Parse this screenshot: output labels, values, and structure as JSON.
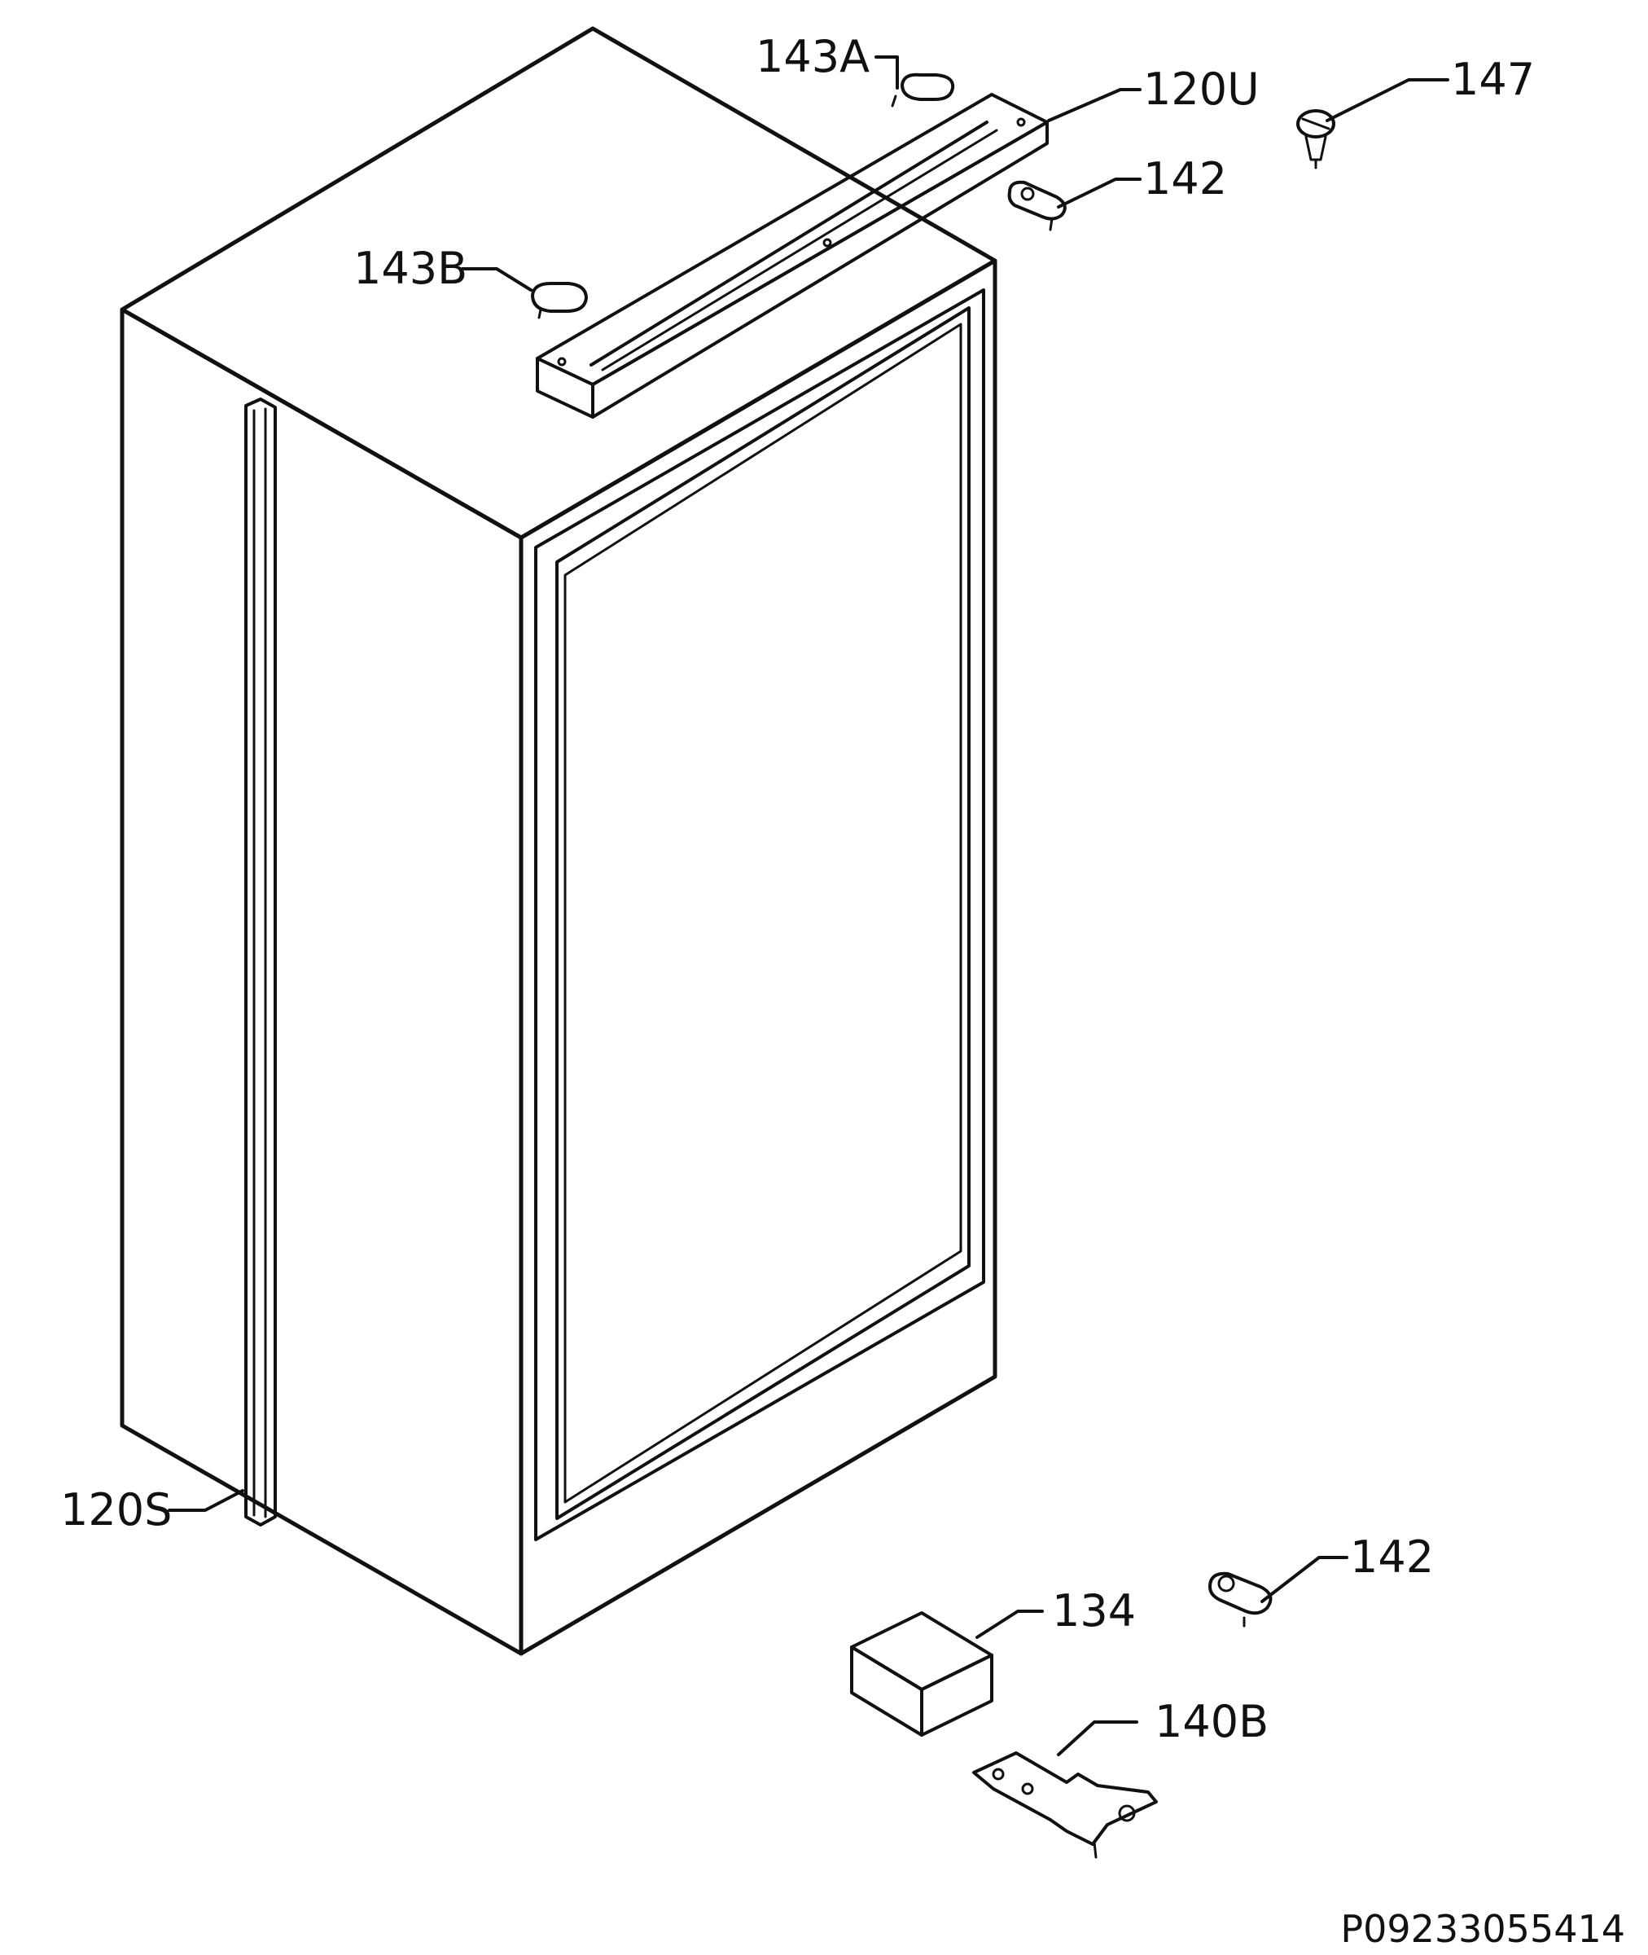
{
  "callouts": {
    "c143a": "143A",
    "c120u": "120U",
    "c147": "147",
    "c142_top": "142",
    "c143b": "143B",
    "c120s": "120S",
    "c142_bottom": "142",
    "c134": "134",
    "c140b": "140B"
  },
  "drawing_code": "P09233055414",
  "colors": {
    "ink": "#111111",
    "paper": "#ffffff"
  }
}
